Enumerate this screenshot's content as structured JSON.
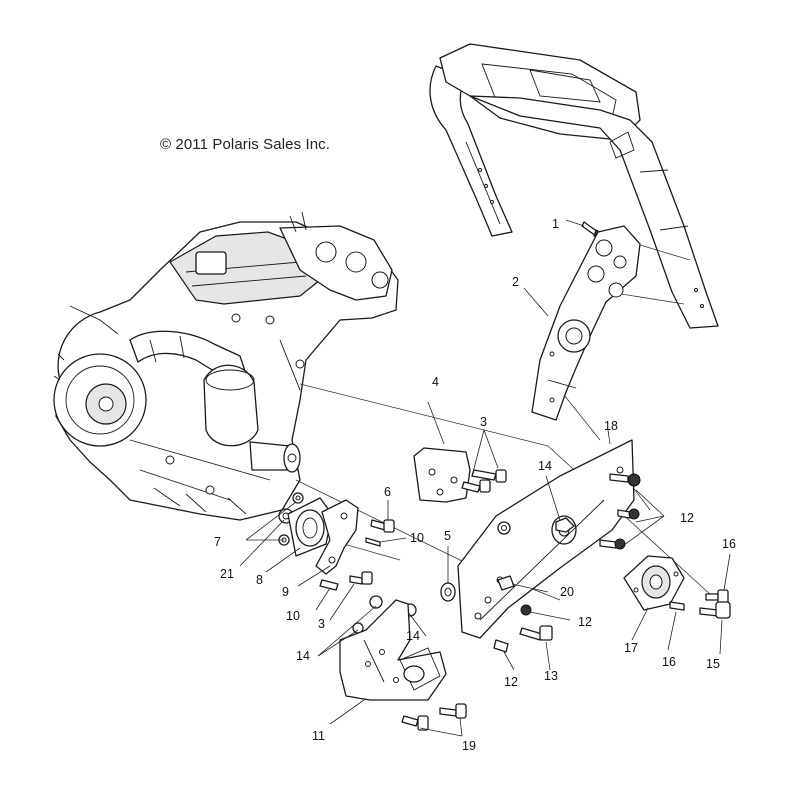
{
  "copyright": "© 2011 Polaris Sales Inc.",
  "callouts": {
    "c1": "1",
    "c2": "2",
    "c3a": "3",
    "c3b": "3",
    "c4": "4",
    "c5": "5",
    "c6": "6",
    "c7": "7",
    "c8": "8",
    "c9": "9",
    "c10a": "10",
    "c10b": "10",
    "c11": "11",
    "c12a": "12",
    "c12b": "12",
    "c12c": "12",
    "c13": "13",
    "c14a": "14",
    "c14b": "14",
    "c14c": "14",
    "c15": "15",
    "c16a": "16",
    "c16b": "16",
    "c17": "17",
    "c18": "18",
    "c19": "19",
    "c20": "20",
    "c21": "21"
  }
}
